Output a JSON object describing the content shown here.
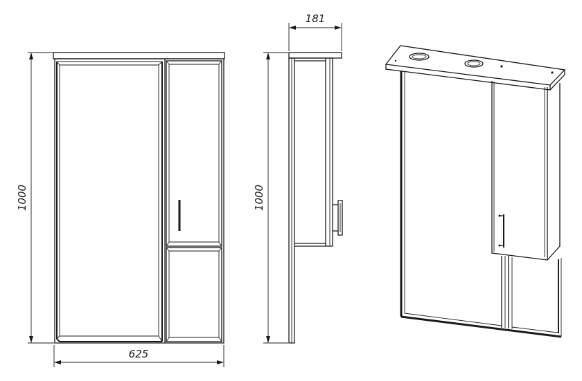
{
  "dimensions": {
    "front_width": "625",
    "front_height": "1000",
    "side_depth": "181",
    "side_height": "1000"
  }
}
